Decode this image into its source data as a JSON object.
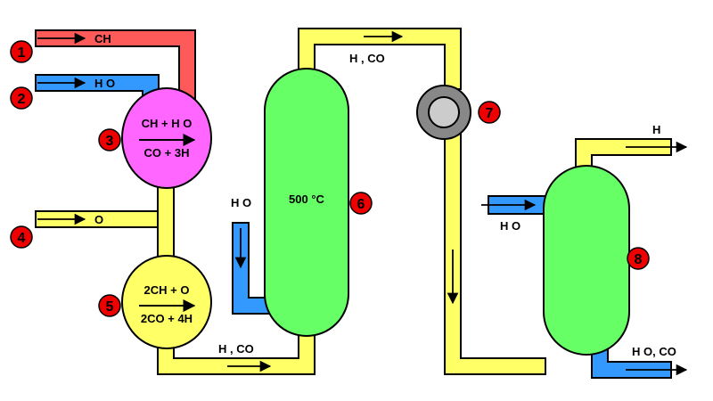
{
  "colors": {
    "methane": "#ff5a5a",
    "water": "#3399ff",
    "gas": "#ffff66",
    "reformer": "#ff66ff",
    "partial_ox": "#ffff66",
    "shift_reactor": "#66ff66",
    "separator": "#66ff66",
    "pump": "#888888",
    "pump_inner": "#cccccc",
    "badge": "#ee0000",
    "outline": "#000000"
  },
  "streams": {
    "methane_in": "CH",
    "water_in": "H O",
    "oxygen_in": "O",
    "syngas_1": "H , CO",
    "steam_in": "H O",
    "syngas_2": "H , CO",
    "separator_water_in": "H O",
    "hydrogen_out": "H",
    "waste_out": "H O, CO"
  },
  "reformer": {
    "line1": "CH  + H O",
    "line2": "CO + 3H"
  },
  "partial_oxidation": {
    "line1": "2CH  + O",
    "line2": "2CO + 4H"
  },
  "shift_reactor": {
    "temperature": "500 °C"
  },
  "badges": [
    "1",
    "2",
    "3",
    "4",
    "5",
    "6",
    "7",
    "8"
  ]
}
